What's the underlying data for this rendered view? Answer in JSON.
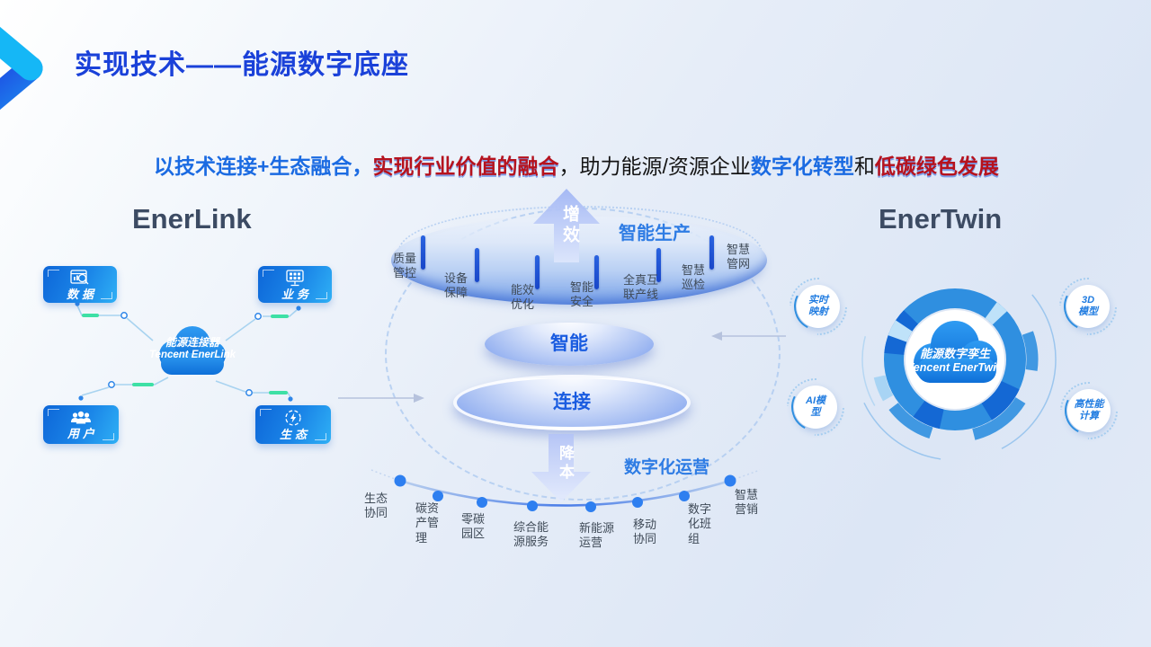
{
  "page": {
    "title": "实现技术——能源数字底座"
  },
  "subtitle": {
    "p1": "以技术连接+生态融合，",
    "p2": "实现行业价值的融合",
    "p3": "，助力能源/资源企业",
    "p4": "数字化转型",
    "p5": "和",
    "p6": "低碳绿色发展"
  },
  "enerlink": {
    "heading": "EnerLink",
    "boxes": [
      {
        "label": "数据",
        "icon": "data-chart-icon"
      },
      {
        "label": "业务",
        "icon": "business-monitor-icon"
      },
      {
        "label": "用户",
        "icon": "users-icon"
      },
      {
        "label": "生态",
        "icon": "ecosystem-energy-icon"
      }
    ],
    "cloud": {
      "line1": "能源连接器",
      "line2": "Tencent EnerLink"
    }
  },
  "center": {
    "top_label": "智能生产",
    "up_arrow": "增效",
    "platform_items": [
      "质量管控",
      "设备保障",
      "能效优化",
      "智能安全",
      "全真互联产线",
      "智慧巡检",
      "智慧管网"
    ],
    "ellipse_top": "智能",
    "ellipse_bottom": "连接",
    "down_arrow": "降本",
    "bottom_label": "数字化运营",
    "bottom_items": [
      "生态协同",
      "碳资产管理",
      "零碳园区",
      "综合能源服务",
      "新能源运营",
      "移动协同",
      "数字化班组",
      "智慧营销"
    ]
  },
  "enertwin": {
    "heading": "EnerTwin",
    "cloud": {
      "line1": "能源数字孪生",
      "line2": "Tencent EnerTwin"
    },
    "badges": [
      {
        "label": "实时映射"
      },
      {
        "label": "3D模型"
      },
      {
        "label": "AI模型"
      },
      {
        "label": "高性能计算"
      }
    ]
  },
  "icons": {
    "logo": "chevron-play-logo",
    "enerlink_center": "cloud-icon",
    "enertwin_center": "cloud-icon"
  },
  "colors": {
    "title_blue": "#1a41d9",
    "accent_blue": "#1b6be2",
    "accent_red": "#b6121d",
    "heading_dark": "#3c4b63",
    "box_blue_start": "#0d66d8",
    "box_blue_end": "#2fb0f5",
    "line_green": "#3ee0a5",
    "cloud_blue": "#1b86ec",
    "label_blue": "#2e7ce4",
    "dot_blue": "#2e7ff0"
  }
}
